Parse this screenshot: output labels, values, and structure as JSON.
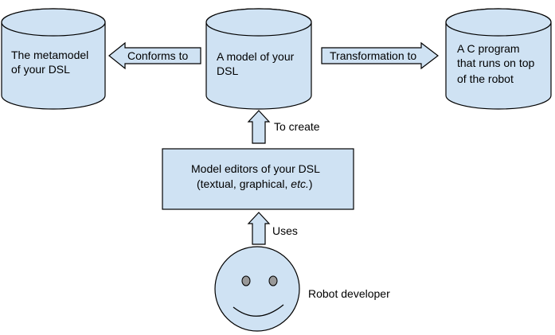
{
  "diagram": {
    "metamodel": {
      "line1": "The metamodel",
      "line2": "of your DSL"
    },
    "model": {
      "line1": "A model of your",
      "line2": "DSL"
    },
    "program": {
      "line1": "A C program",
      "line2": "that runs on top",
      "line3": "of the robot"
    },
    "editors": {
      "line1": "Model editors of your DSL",
      "line2_prefix": "(textual, graphical, ",
      "line2_italic": "etc.",
      "line2_suffix": ")"
    },
    "arrows": {
      "conforms_to": "Conforms to",
      "transformation_to": "Transformation to",
      "to_create": "To create",
      "uses": "Uses"
    },
    "actor": {
      "label": "Robot developer",
      "icon": "smiley-face"
    },
    "colors": {
      "fill": "#cfe2f3",
      "stroke": "#000000",
      "eye": "#999999"
    }
  }
}
